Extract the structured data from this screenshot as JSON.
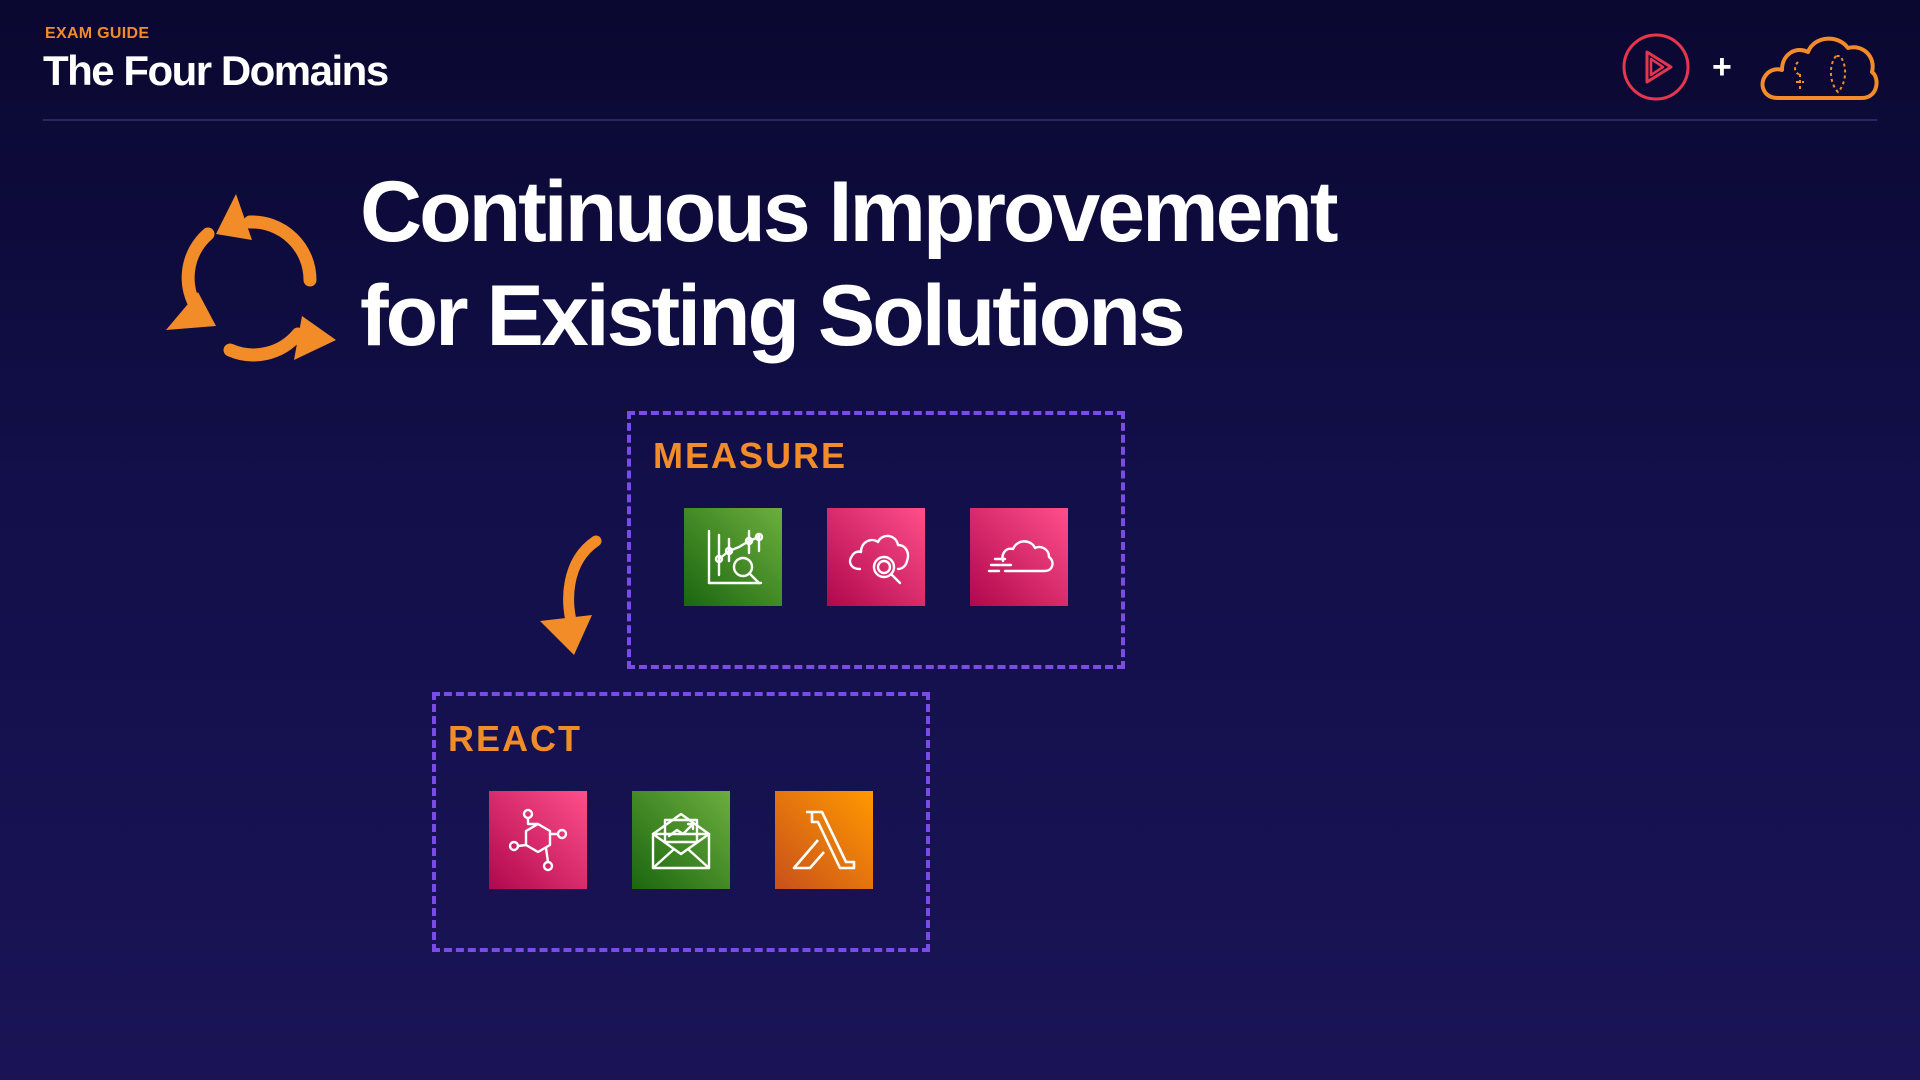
{
  "header": {
    "eyebrow": "EXAM GUIDE",
    "title": "The Four Domains",
    "plus": "+",
    "logos": [
      "play-logo-icon",
      "cloud-logo-icon"
    ]
  },
  "slide": {
    "cycle_icon": "cycle-arrows-icon",
    "headline_line1": "Continuous Improvement",
    "headline_line2": "for Existing Solutions",
    "flow_arrow_icon": "curved-arrow-down-icon"
  },
  "measure": {
    "label": "MEASURE",
    "icons": [
      "analytics-chart-icon",
      "cloud-search-icon",
      "cloud-fast-icon"
    ]
  },
  "react": {
    "label": "REACT",
    "icons": [
      "event-bus-icon",
      "notification-email-icon",
      "lambda-icon"
    ]
  },
  "colors": {
    "accent": "#f28c28",
    "panel_border": "#7b4be8",
    "background": "#120f4a",
    "tile_green": "#3f8624",
    "tile_pink": "#e7157b",
    "tile_orange": "#ed7100"
  }
}
